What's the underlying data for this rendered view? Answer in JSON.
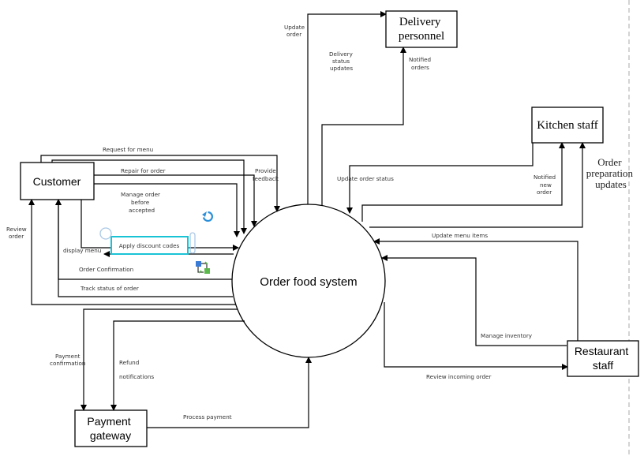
{
  "system": {
    "label": "Order food system"
  },
  "entities": {
    "customer": "Customer",
    "delivery": [
      "Delivery",
      "personnel"
    ],
    "kitchen": "Kitchen staff",
    "restaurant": [
      "Restaurant",
      "staff"
    ],
    "payment": [
      "Payment",
      "gateway"
    ]
  },
  "flows": {
    "request_menu": "Request for menu",
    "repair_order": "Repair for order",
    "manage_order": [
      "Manage order",
      "before",
      "accepted"
    ],
    "provide_feedback": [
      "Provide",
      "feedback"
    ],
    "apply_discount": "Apply discount codes",
    "display_menu": "display menu",
    "order_confirmation": "Order Confirmation",
    "track_status": "Track status of order",
    "review_order": [
      "Review",
      "order"
    ],
    "update_order": [
      "Update",
      "order"
    ],
    "delivery_status": [
      "Delivery",
      "status",
      "updates"
    ],
    "notified_orders": [
      "Notified",
      "orders"
    ],
    "update_order_status": "Update order status",
    "notified_new_order": [
      "Notified",
      "new",
      "order"
    ],
    "order_prep_updates": [
      "Order",
      "preparation",
      "updates"
    ],
    "update_menu_items": "Update menu items",
    "manage_inventory": "Manage inventory",
    "review_incoming": "Review incoming order",
    "payment_confirmation": [
      "Payment",
      "confirmation"
    ],
    "refund": "Refund",
    "notifications": "notifications",
    "process_payment": "Process payment"
  },
  "colors": {
    "selection": "#19c3d6",
    "refresh_icon": "#2b8fd9",
    "link_icon_green": "#5bb84a",
    "link_icon_blue": "#3a7bd5"
  }
}
